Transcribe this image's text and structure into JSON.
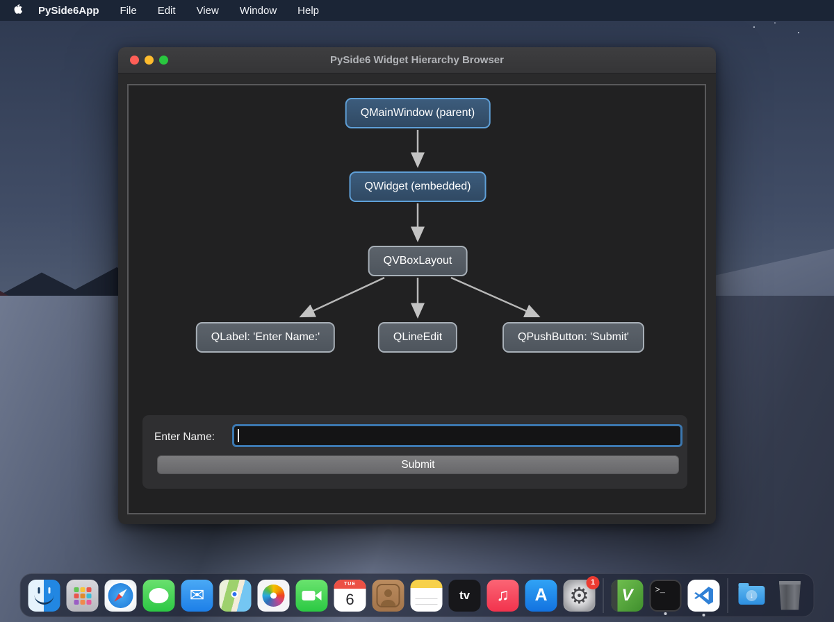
{
  "menubar": {
    "app_name": "PySide6App",
    "items": [
      "File",
      "Edit",
      "View",
      "Window",
      "Help"
    ]
  },
  "window": {
    "title": "PySide6 Widget Hierarchy Browser",
    "diagram": {
      "type": "tree",
      "nodes": [
        "QMainWindow (parent)",
        "QWidget (embedded)",
        "QVBoxLayout",
        "QLabel: 'Enter Name:'",
        "QLineEdit",
        "QPushButton: 'Submit'"
      ],
      "edges": [
        [
          0,
          1
        ],
        [
          1,
          2
        ],
        [
          2,
          3
        ],
        [
          2,
          4
        ],
        [
          2,
          5
        ]
      ]
    },
    "form": {
      "label": "Enter Name:",
      "input_value": "",
      "submit_label": "Submit"
    }
  },
  "dock": {
    "icons": [
      "finder",
      "launchpad",
      "safari",
      "messages",
      "mail",
      "maps",
      "photos",
      "facetime",
      "calendar",
      "contacts",
      "notes",
      "apple-tv",
      "music",
      "app-store",
      "system-settings",
      "macvim",
      "terminal",
      "vscode",
      "downloads-folder",
      "trash"
    ],
    "calendar": {
      "weekday": "TUE",
      "day": "6"
    },
    "settings_badge": "1",
    "tv_label": "tv",
    "music_glyph": "♫",
    "appstore_letter": "A",
    "gear_glyph": "⚙",
    "mail_glyph": "✉",
    "vim_letter": "V",
    "terminal_glyph": ">_",
    "downloads_glyph": "↓"
  },
  "colors": {
    "menubar_bg": "#1b2536",
    "titlebar_bg": "#39393b",
    "panel_bg": "#212122",
    "node_blue_fill": "#34506c",
    "node_blue_border": "#5fa0d8",
    "node_gray_fill": "#555c64",
    "node_gray_border": "#a8b0b8",
    "input_focus_border": "#3c78b0",
    "submit_gray": "#6f6f71",
    "traffic_red": "#ff5f57",
    "traffic_yellow": "#febc2e",
    "traffic_green": "#29c73f",
    "badge_red": "#ec3b31"
  }
}
